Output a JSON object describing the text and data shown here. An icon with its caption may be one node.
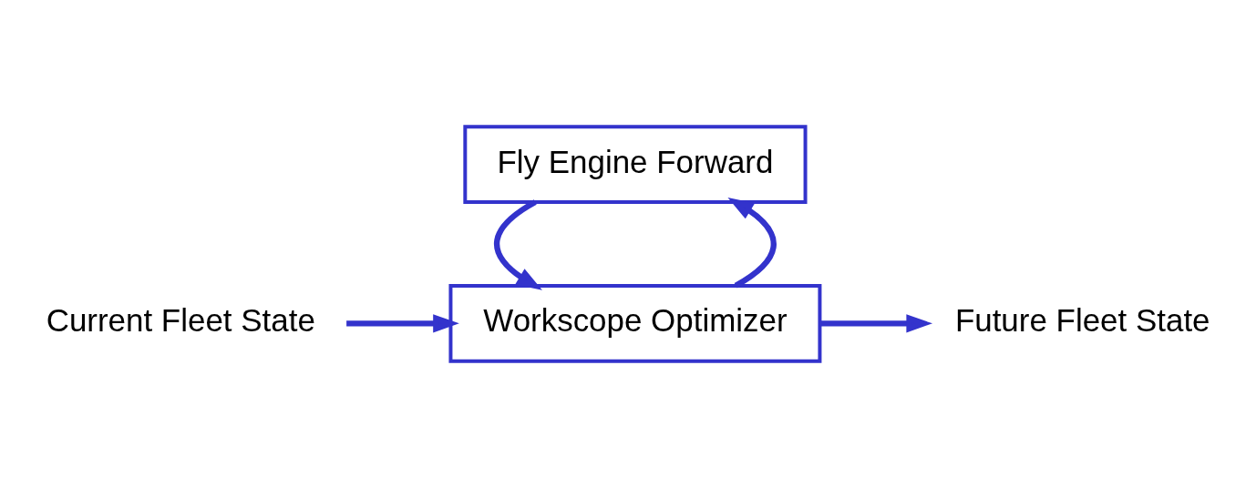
{
  "diagram": {
    "nodes": [
      {
        "text": [
          "Current Fleet State"
        ]
      },
      {
        "text": [
          "Workscope Optimizer"
        ]
      },
      {
        "text": [
          "Fly Engine Forward"
        ]
      },
      {
        "text": [
          "Future Fleet State"
        ]
      }
    ],
    "edges": [
      {
        "from": 0,
        "to": 1,
        "arrow": "to"
      },
      {
        "from": 1,
        "to": 3,
        "arrow": "to"
      },
      {
        "from": 1,
        "to": 2,
        "arrow": "to"
      },
      {
        "from": 2,
        "to": 1,
        "arrow": "to"
      }
    ]
  }
}
